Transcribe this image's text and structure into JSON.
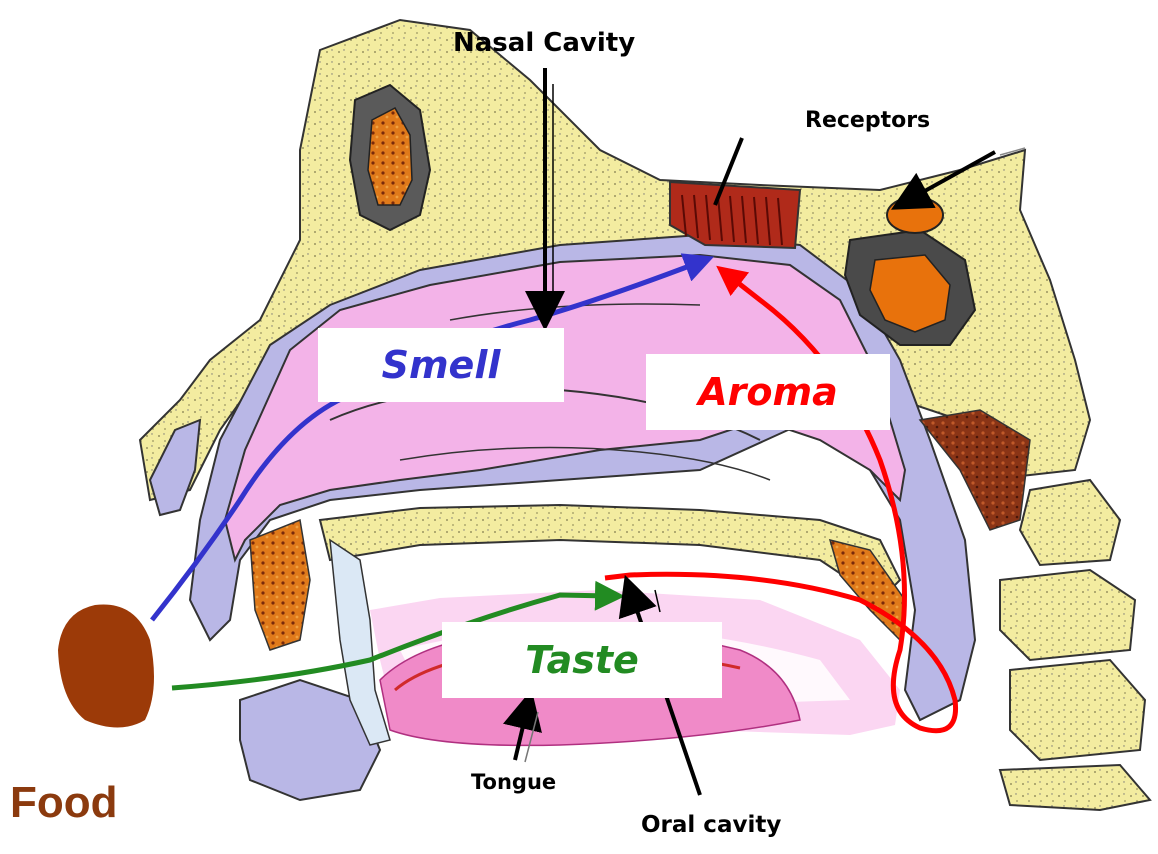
{
  "labels": {
    "nasal_cavity": "Nasal Cavity",
    "receptors": "Receptors",
    "smell": "Smell",
    "aroma": "Aroma",
    "taste": "Taste",
    "tongue": "Tongue",
    "oral_cavity": "Oral cavity",
    "food": "Food"
  },
  "colors": {
    "smell": "#3333cc",
    "aroma": "#ff0000",
    "taste": "#228b22",
    "food": "#8b3a0e",
    "bone": "#f3eca0",
    "mucosa": "#f3b3e8",
    "membrane": "#b9b7e6",
    "receptors": "#b02a1a",
    "sinus": "#e8720c"
  },
  "icons": {
    "food": "food-blob-icon"
  }
}
